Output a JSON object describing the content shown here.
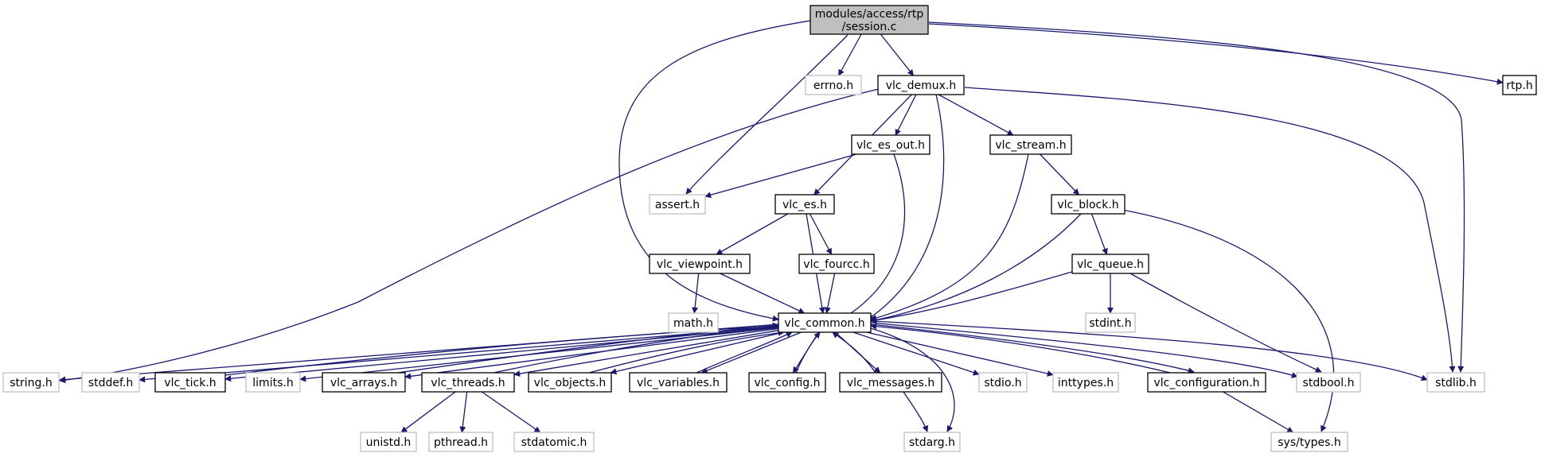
{
  "diagram": {
    "colors": {
      "edge": "#191970",
      "root_fill": "#bfbfbf",
      "documented_border": "#000000",
      "undocumented_border": "#bfbfbf",
      "node_fill": "#ffffff",
      "text": "#000000"
    },
    "nodes": [
      {
        "id": "root",
        "lines": [
          "modules/access/rtp",
          "/session.c"
        ],
        "kind": "root"
      },
      {
        "id": "errno",
        "lines": [
          "errno.h"
        ],
        "kind": "undocumented"
      },
      {
        "id": "vlc_demux",
        "lines": [
          "vlc_demux.h"
        ],
        "kind": "documented"
      },
      {
        "id": "rtp",
        "lines": [
          "rtp.h"
        ],
        "kind": "documented"
      },
      {
        "id": "vlc_es_out",
        "lines": [
          "vlc_es_out.h"
        ],
        "kind": "documented"
      },
      {
        "id": "vlc_stream",
        "lines": [
          "vlc_stream.h"
        ],
        "kind": "documented"
      },
      {
        "id": "assert",
        "lines": [
          "assert.h"
        ],
        "kind": "undocumented"
      },
      {
        "id": "vlc_es",
        "lines": [
          "vlc_es.h"
        ],
        "kind": "documented"
      },
      {
        "id": "vlc_block",
        "lines": [
          "vlc_block.h"
        ],
        "kind": "documented"
      },
      {
        "id": "vlc_viewpoint",
        "lines": [
          "vlc_viewpoint.h"
        ],
        "kind": "documented"
      },
      {
        "id": "vlc_fourcc",
        "lines": [
          "vlc_fourcc.h"
        ],
        "kind": "documented"
      },
      {
        "id": "vlc_queue",
        "lines": [
          "vlc_queue.h"
        ],
        "kind": "documented"
      },
      {
        "id": "math",
        "lines": [
          "math.h"
        ],
        "kind": "undocumented"
      },
      {
        "id": "vlc_common",
        "lines": [
          "vlc_common.h"
        ],
        "kind": "documented"
      },
      {
        "id": "stdint",
        "lines": [
          "stdint.h"
        ],
        "kind": "undocumented"
      },
      {
        "id": "string",
        "lines": [
          "string.h"
        ],
        "kind": "undocumented"
      },
      {
        "id": "stddef",
        "lines": [
          "stddef.h"
        ],
        "kind": "undocumented"
      },
      {
        "id": "vlc_tick",
        "lines": [
          "vlc_tick.h"
        ],
        "kind": "documented"
      },
      {
        "id": "limits",
        "lines": [
          "limits.h"
        ],
        "kind": "undocumented"
      },
      {
        "id": "vlc_arrays",
        "lines": [
          "vlc_arrays.h"
        ],
        "kind": "documented"
      },
      {
        "id": "vlc_threads",
        "lines": [
          "vlc_threads.h"
        ],
        "kind": "documented"
      },
      {
        "id": "vlc_objects",
        "lines": [
          "vlc_objects.h"
        ],
        "kind": "documented"
      },
      {
        "id": "vlc_variables",
        "lines": [
          "vlc_variables.h"
        ],
        "kind": "documented"
      },
      {
        "id": "vlc_config",
        "lines": [
          "vlc_config.h"
        ],
        "kind": "documented"
      },
      {
        "id": "vlc_messages",
        "lines": [
          "vlc_messages.h"
        ],
        "kind": "documented"
      },
      {
        "id": "stdio",
        "lines": [
          "stdio.h"
        ],
        "kind": "undocumented"
      },
      {
        "id": "inttypes",
        "lines": [
          "inttypes.h"
        ],
        "kind": "undocumented"
      },
      {
        "id": "vlc_configuration",
        "lines": [
          "vlc_configuration.h"
        ],
        "kind": "documented"
      },
      {
        "id": "stdbool",
        "lines": [
          "stdbool.h"
        ],
        "kind": "undocumented"
      },
      {
        "id": "stdlib",
        "lines": [
          "stdlib.h"
        ],
        "kind": "undocumented"
      },
      {
        "id": "unistd",
        "lines": [
          "unistd.h"
        ],
        "kind": "undocumented"
      },
      {
        "id": "pthread",
        "lines": [
          "pthread.h"
        ],
        "kind": "undocumented"
      },
      {
        "id": "stdatomic",
        "lines": [
          "stdatomic.h"
        ],
        "kind": "undocumented"
      },
      {
        "id": "stdarg",
        "lines": [
          "stdarg.h"
        ],
        "kind": "undocumented"
      },
      {
        "id": "sys_types",
        "lines": [
          "sys/types.h"
        ],
        "kind": "undocumented"
      }
    ],
    "edges": [
      {
        "from": "root",
        "to": "errno"
      },
      {
        "from": "root",
        "to": "vlc_demux"
      },
      {
        "from": "root",
        "to": "rtp"
      },
      {
        "from": "root",
        "to": "assert"
      },
      {
        "from": "root",
        "to": "vlc_common"
      },
      {
        "from": "root",
        "to": "stdlib"
      },
      {
        "from": "vlc_demux",
        "to": "vlc_es_out"
      },
      {
        "from": "vlc_demux",
        "to": "vlc_stream"
      },
      {
        "from": "vlc_demux",
        "to": "vlc_es"
      },
      {
        "from": "vlc_demux",
        "to": "vlc_common"
      },
      {
        "from": "vlc_demux",
        "to": "string"
      },
      {
        "from": "vlc_demux",
        "to": "stdlib"
      },
      {
        "from": "vlc_es_out",
        "to": "assert"
      },
      {
        "from": "vlc_es_out",
        "to": "vlc_common"
      },
      {
        "from": "vlc_stream",
        "to": "vlc_block"
      },
      {
        "from": "vlc_stream",
        "to": "vlc_common"
      },
      {
        "from": "vlc_es",
        "to": "vlc_viewpoint"
      },
      {
        "from": "vlc_es",
        "to": "vlc_fourcc"
      },
      {
        "from": "vlc_es",
        "to": "vlc_common"
      },
      {
        "from": "vlc_block",
        "to": "vlc_queue"
      },
      {
        "from": "vlc_block",
        "to": "vlc_common"
      },
      {
        "from": "vlc_block",
        "to": "sys_types"
      },
      {
        "from": "vlc_viewpoint",
        "to": "math"
      },
      {
        "from": "vlc_viewpoint",
        "to": "vlc_common"
      },
      {
        "from": "vlc_fourcc",
        "to": "vlc_common"
      },
      {
        "from": "vlc_queue",
        "to": "stdint"
      },
      {
        "from": "vlc_queue",
        "to": "stdbool"
      },
      {
        "from": "vlc_queue",
        "to": "vlc_common"
      },
      {
        "from": "vlc_common",
        "to": "string"
      },
      {
        "from": "vlc_common",
        "to": "stddef"
      },
      {
        "from": "vlc_common",
        "to": "vlc_tick"
      },
      {
        "from": "vlc_common",
        "to": "limits"
      },
      {
        "from": "vlc_common",
        "to": "vlc_arrays"
      },
      {
        "from": "vlc_common",
        "to": "vlc_threads"
      },
      {
        "from": "vlc_common",
        "to": "vlc_objects"
      },
      {
        "from": "vlc_common",
        "to": "vlc_variables"
      },
      {
        "from": "vlc_common",
        "to": "vlc_config"
      },
      {
        "from": "vlc_common",
        "to": "vlc_messages"
      },
      {
        "from": "vlc_common",
        "to": "stdio"
      },
      {
        "from": "vlc_common",
        "to": "inttypes"
      },
      {
        "from": "vlc_common",
        "to": "vlc_configuration"
      },
      {
        "from": "vlc_common",
        "to": "stdbool"
      },
      {
        "from": "vlc_common",
        "to": "stdlib"
      },
      {
        "from": "vlc_common",
        "to": "stdarg"
      },
      {
        "from": "vlc_tick",
        "to": "vlc_common"
      },
      {
        "from": "vlc_arrays",
        "to": "vlc_common"
      },
      {
        "from": "vlc_threads",
        "to": "vlc_common"
      },
      {
        "from": "vlc_threads",
        "to": "unistd"
      },
      {
        "from": "vlc_threads",
        "to": "pthread"
      },
      {
        "from": "vlc_threads",
        "to": "stdatomic"
      },
      {
        "from": "vlc_objects",
        "to": "vlc_common"
      },
      {
        "from": "vlc_variables",
        "to": "vlc_common"
      },
      {
        "from": "vlc_config",
        "to": "vlc_common"
      },
      {
        "from": "vlc_messages",
        "to": "vlc_common"
      },
      {
        "from": "vlc_messages",
        "to": "stdarg"
      },
      {
        "from": "vlc_configuration",
        "to": "vlc_common"
      },
      {
        "from": "vlc_configuration",
        "to": "sys_types"
      }
    ]
  }
}
